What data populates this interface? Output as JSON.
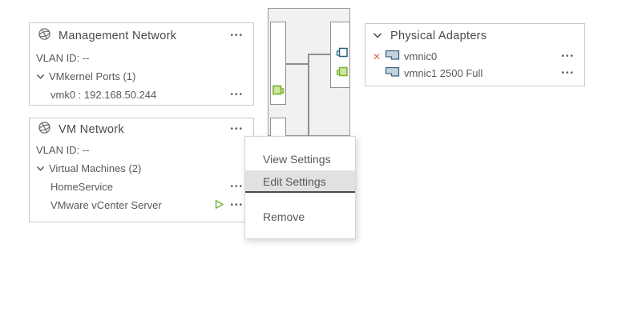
{
  "icons": {
    "ellipsis": "•••",
    "x_mark": "✕"
  },
  "colors": {
    "green_port": "#78b42e",
    "green_port_fill": "#cfe6a3",
    "blue_port": "#29607f",
    "red_x": "#e0645c",
    "adapter_fill": "#c3d3de",
    "adapter_stroke": "#41637e",
    "menu_highlight": "#e1e1e1",
    "switch_fill": "#f1f1f1"
  },
  "management_network": {
    "title": "Management Network",
    "vlan_label": "VLAN ID: --",
    "group_label": "VMkernel Ports (1)",
    "port_label": "vmk0 : 192.168.50.244"
  },
  "vm_network": {
    "title": "VM Network",
    "vlan_label": "VLAN ID: --",
    "group_label": "Virtual Machines (2)",
    "vms": [
      {
        "name": "HomeService",
        "running": false
      },
      {
        "name": "VMware vCenter Server",
        "running": true
      }
    ]
  },
  "physical_adapters": {
    "title": "Physical Adapters",
    "adapters": [
      {
        "name": "vmnic0",
        "status": "disconnected"
      },
      {
        "name": "vmnic1 2500 Full",
        "status": "connected"
      }
    ]
  },
  "context_menu": {
    "items": [
      {
        "label": "View Settings",
        "highlighted": false
      },
      {
        "label": "Edit Settings",
        "highlighted": true
      },
      {
        "label": "Remove",
        "highlighted": false
      }
    ]
  }
}
